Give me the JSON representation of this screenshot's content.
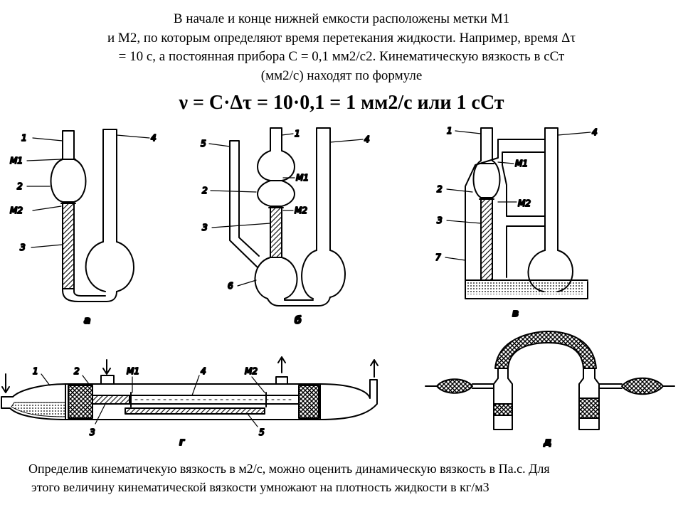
{
  "intro": {
    "line1": "В начале и конце нижней емкости расположены метки М1",
    "line2": "и М2, по которым определяют время перетекания жидкости. Например, время Δτ",
    "line3": "= 10 с, а постоянная прибора С = 0,1 мм2/с2. Кинематическую вязкость в сСт",
    "line4": "(мм2/с) находят по формуле"
  },
  "formula": "ν = С·Δτ = 10·0,1 = 1 мм2/с или 1 сСт",
  "outro": {
    "line1": "Определив кинематичекую вязкость в м2/с, можно оценить динамическую вязкость в Па.с. Для",
    "line2": "этого величину кинематической вязкости умножают на плотность жидкости в кг/м3"
  },
  "figures": {
    "a": {
      "caption": "а",
      "labels": {
        "tube1": "1",
        "mark1": "M1",
        "bulb2": "2",
        "mark2": "M2",
        "capillary3": "3",
        "tube4": "4"
      }
    },
    "b": {
      "caption": "б",
      "labels": {
        "tube5": "5",
        "tube1": "1",
        "tube4": "4",
        "bulb2": "2",
        "mark1": "M1",
        "mark2": "M2",
        "capillary3": "3",
        "bulb6": "6"
      }
    },
    "v": {
      "caption": "в",
      "labels": {
        "tube1": "1",
        "tube4": "4",
        "mark1": "M1",
        "bulb2": "2",
        "mark2": "M2",
        "capillary3": "3",
        "jacket7": "7"
      }
    },
    "g": {
      "caption": "г",
      "labels": {
        "n1": "1",
        "n2": "2",
        "mark1": "M1",
        "n4": "4",
        "mark2": "M2",
        "n3": "3",
        "n5": "5"
      }
    },
    "d": {
      "caption": "д"
    }
  }
}
